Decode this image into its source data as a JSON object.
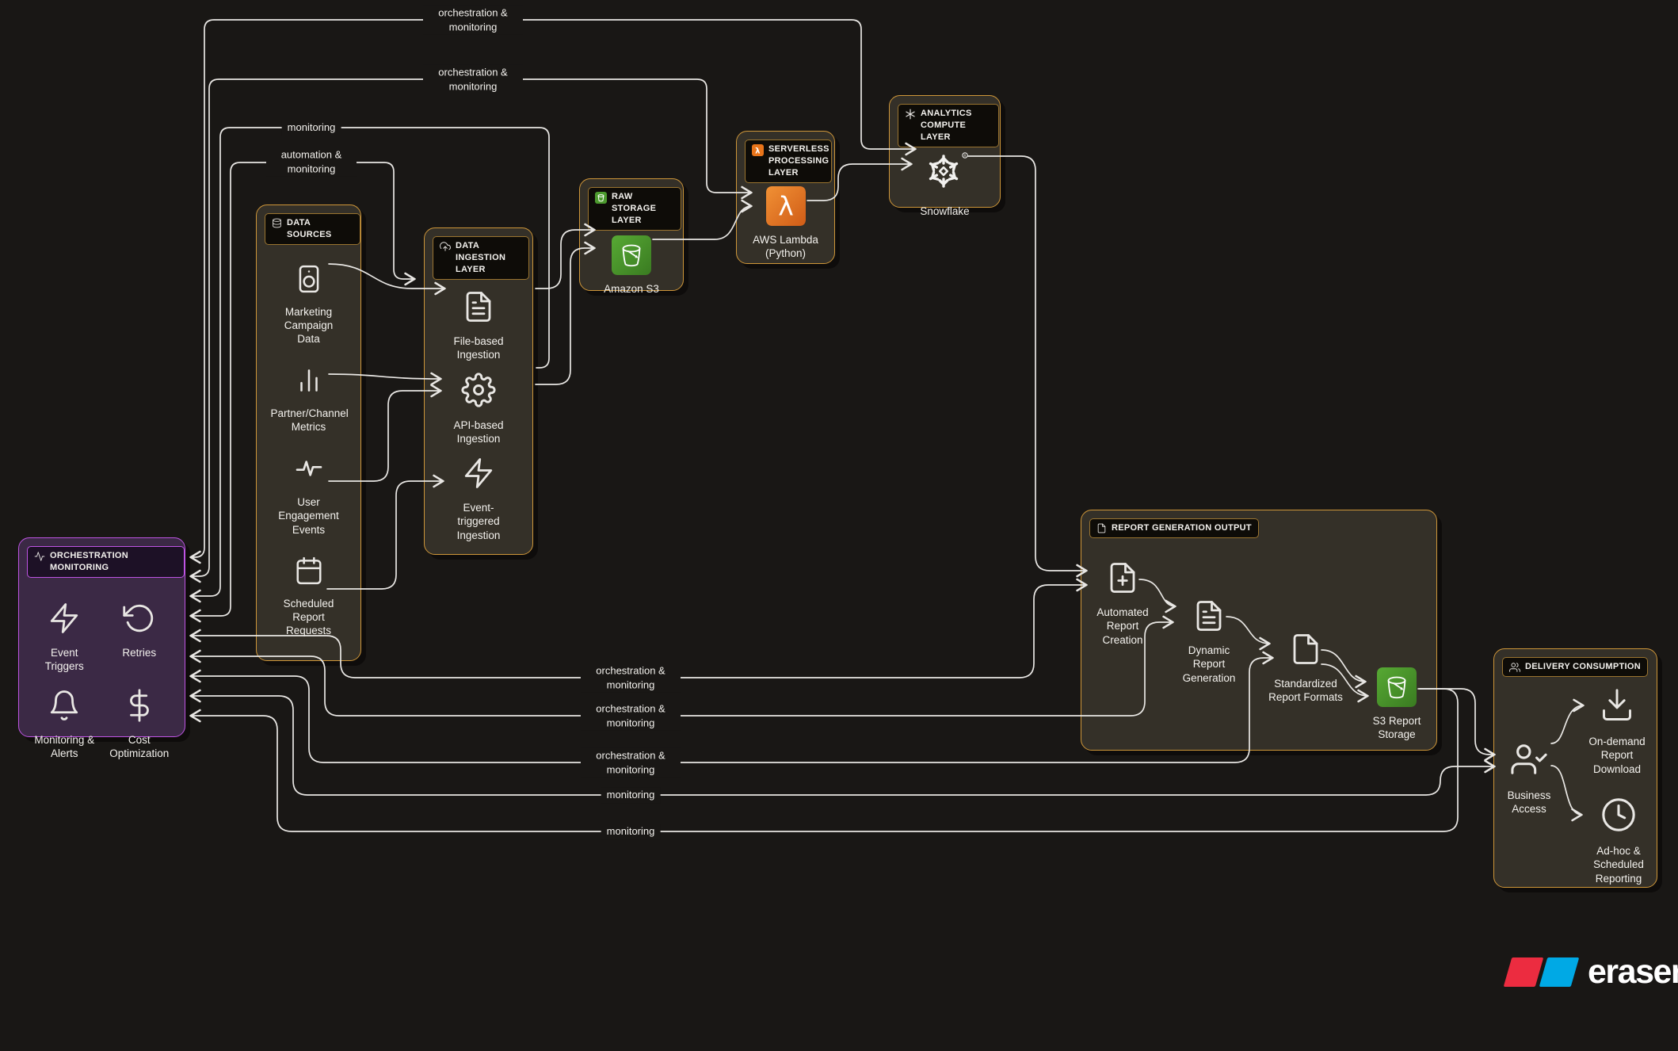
{
  "colors": {
    "background": "#191715",
    "group_fill": "#343028",
    "gold_border": "#CE9639",
    "purple_border": "#BE54E3",
    "purple_fill": "#3B2945",
    "line": "#E9E7E4",
    "text": "#F4F2EE",
    "s3_green": "#4C9A2E",
    "lambda_orange": "#E8741A",
    "eraser_red": "#EC2C40",
    "eraser_blue": "#00A9E5"
  },
  "edges": {
    "labels": [
      {
        "text": "orchestration & monitoring"
      },
      {
        "text": "orchestration & monitoring"
      },
      {
        "text": "monitoring"
      },
      {
        "text": "automation & monitoring"
      },
      {
        "text": "orchestration & monitoring"
      },
      {
        "text": "orchestration & monitoring"
      },
      {
        "text": "orchestration & monitoring"
      },
      {
        "text": "monitoring"
      },
      {
        "text": "monitoring"
      }
    ]
  },
  "groups": {
    "orchestration": {
      "title": "ORCHESTRATION MONITORING",
      "icon": "activity-icon",
      "items": [
        {
          "label": "Event Triggers",
          "icon": "zap-icon"
        },
        {
          "label": "Retries",
          "icon": "rotate-ccw-icon"
        },
        {
          "label": "Monitoring & Alerts",
          "icon": "bell-icon"
        },
        {
          "label": "Cost Optimization",
          "icon": "dollar-icon"
        }
      ]
    },
    "data_sources": {
      "title": "DATA SOURCES",
      "icon": "database-icon",
      "items": [
        {
          "label": "Marketing Campaign Data",
          "icon": "speaker-icon"
        },
        {
          "label": "Partner/Channel Metrics",
          "icon": "bar-chart-icon"
        },
        {
          "label": "User Engagement Events",
          "icon": "activity-icon"
        },
        {
          "label": "Scheduled Report Requests",
          "icon": "calendar-icon"
        }
      ]
    },
    "data_ingestion": {
      "title": "DATA INGESTION LAYER",
      "icon": "cloud-upload-icon",
      "items": [
        {
          "label": "File-based Ingestion",
          "icon": "file-text-icon"
        },
        {
          "label": "API-based Ingestion",
          "icon": "gear-icon"
        },
        {
          "label": "Event-triggered Ingestion",
          "icon": "zap-icon"
        }
      ]
    },
    "raw_storage": {
      "title": "RAW STORAGE LAYER",
      "icon": "s3-icon",
      "items": [
        {
          "label": "Amazon S3",
          "icon": "s3-bucket-icon"
        }
      ]
    },
    "serverless": {
      "title": "SERVERLESS PROCESSING LAYER",
      "icon": "lambda-icon",
      "items": [
        {
          "label": "AWS Lambda (Python)",
          "icon": "lambda-icon"
        }
      ]
    },
    "analytics": {
      "title": "ANALYTICS COMPUTE LAYER",
      "icon": "snowflake-icon",
      "items": [
        {
          "label": "Snowflake",
          "icon": "snowflake-icon"
        }
      ]
    },
    "report_generation": {
      "title": "REPORT GENERATION OUTPUT",
      "icon": "file-icon",
      "items": [
        {
          "label": "Automated Report Creation",
          "icon": "file-plus-icon"
        },
        {
          "label": "Dynamic Report Generation",
          "icon": "file-text-icon"
        },
        {
          "label": "Standardized Report Formats",
          "icon": "file-icon"
        },
        {
          "label": "S3 Report Storage",
          "icon": "s3-bucket-icon"
        }
      ]
    },
    "delivery": {
      "title": "DELIVERY CONSUMPTION",
      "icon": "users-icon",
      "items": [
        {
          "label": "Business Access",
          "icon": "user-check-icon"
        },
        {
          "label": "On-demand Report Download",
          "icon": "download-icon"
        },
        {
          "label": "Ad-hoc & Scheduled Reporting",
          "icon": "clock-icon"
        }
      ]
    }
  },
  "footer": {
    "brand": "eraser"
  }
}
